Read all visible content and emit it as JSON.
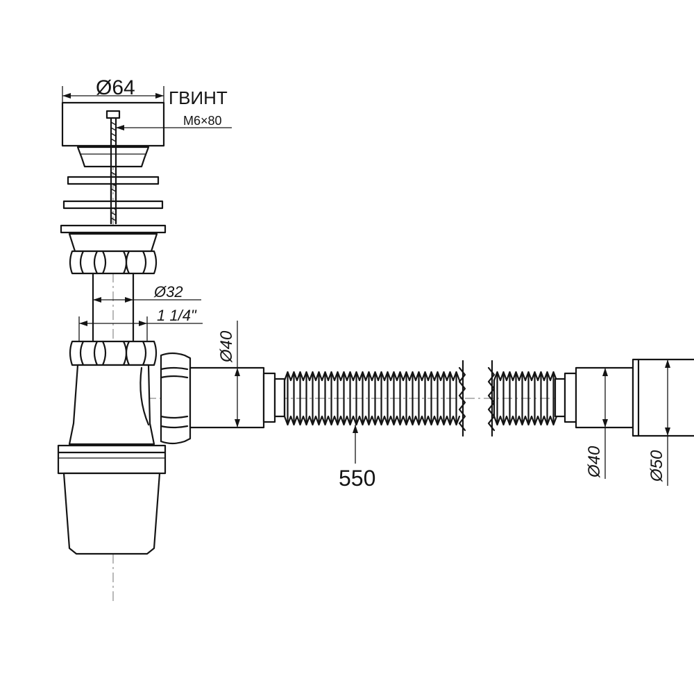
{
  "labels": {
    "top_diameter": "Ø64",
    "screw_title": "ГВИНТ",
    "screw_size": "M6×80",
    "pipe_diameter": "Ø32",
    "thread": "1 1/4\"",
    "outlet_diameter": "Ø40",
    "hose_length": "550",
    "end_diameter_inner": "Ø40",
    "end_diameter_outer": "Ø50"
  },
  "colors": {
    "line": "#141414",
    "center_line": "#8a8a8a",
    "background": "#ffffff"
  }
}
